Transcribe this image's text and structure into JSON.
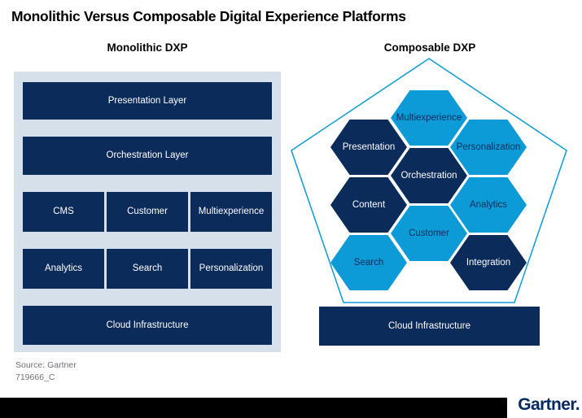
{
  "title": "Monolithic Versus Composable Digital Experience Platforms",
  "colors": {
    "navy": "#0b2b5b",
    "light_blue": "#0d9bd7",
    "panel_bg": "#d5e0eb",
    "footer_gray": "#6d7277",
    "bar_black": "#000000",
    "logo_navy": "#032a60",
    "title_black": "#000000"
  },
  "monolithic": {
    "header": "Monolithic DXP",
    "rows": [
      {
        "cells": [
          "Presentation Layer"
        ]
      },
      {
        "cells": [
          "Orchestration Layer"
        ]
      },
      {
        "cells": [
          "CMS",
          "Customer",
          "Multiexperience"
        ]
      },
      {
        "cells": [
          "Analytics",
          "Search",
          "Personalization"
        ]
      },
      {
        "cells": [
          "Cloud Infrastructure"
        ]
      }
    ]
  },
  "composable": {
    "header": "Composable DXP",
    "hexagons": [
      {
        "label": "Multiexperience",
        "tone": "light"
      },
      {
        "label": "Presentation",
        "tone": "dark"
      },
      {
        "label": "Personalization",
        "tone": "light"
      },
      {
        "label": "Orchestration",
        "tone": "dark"
      },
      {
        "label": "Content",
        "tone": "dark"
      },
      {
        "label": "Analytics",
        "tone": "light"
      },
      {
        "label": "Customer",
        "tone": "light"
      },
      {
        "label": "Search",
        "tone": "light"
      },
      {
        "label": "Integration",
        "tone": "dark"
      }
    ],
    "base_box": "Cloud Infrastructure"
  },
  "footer": {
    "source": "Source: Gartner",
    "figure_id": "719666_C",
    "brand_logo": "Gartner."
  }
}
